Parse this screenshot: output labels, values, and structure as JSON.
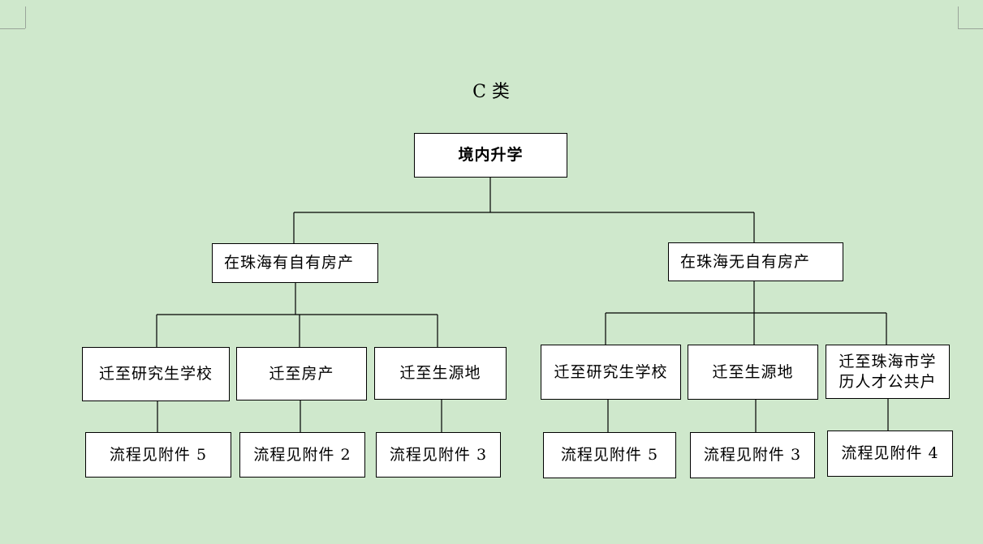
{
  "title": "C 类",
  "root": "境内升学",
  "branches": [
    {
      "label": "在珠海有自有房产",
      "children": [
        {
          "label": "迁至研究生学校",
          "process": "流程见附件 5"
        },
        {
          "label": "迁至房产",
          "process": "流程见附件 2"
        },
        {
          "label": "迁至生源地",
          "process": "流程见附件 3"
        }
      ]
    },
    {
      "label": "在珠海无自有房产",
      "children": [
        {
          "label": "迁至研究生学校",
          "process": "流程见附件 5"
        },
        {
          "label": "迁至生源地",
          "process": "流程见附件 3"
        },
        {
          "label": "迁至珠海市学历人才公共户",
          "label_lines": [
            "迁至珠海市学",
            "历人才公共户"
          ],
          "process": "流程见附件 4"
        }
      ]
    }
  ]
}
